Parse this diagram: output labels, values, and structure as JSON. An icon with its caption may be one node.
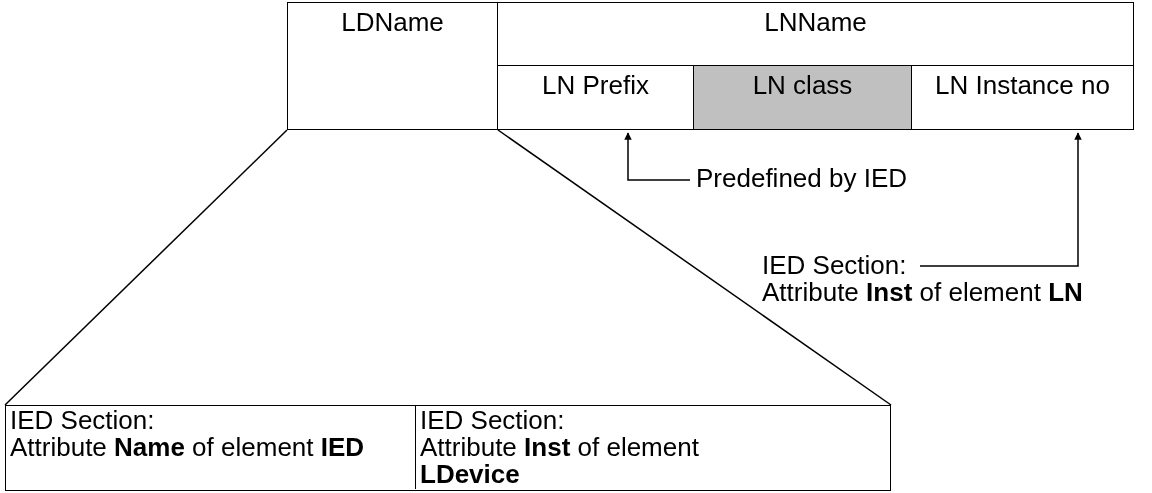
{
  "diagram": {
    "nodes": [
      {
        "text": [
          "LDName"
        ]
      },
      {
        "text": [
          "LNName"
        ]
      },
      {
        "text": [
          "LN Prefix"
        ]
      },
      {
        "text": [
          "LN class"
        ]
      },
      {
        "text": [
          "LN Instance no"
        ]
      },
      {
        "text": [
          "Predefined by IED"
        ]
      },
      {
        "text": [
          "IED Section:",
          "Attribute **Inst** of element **LN**"
        ]
      },
      {
        "text": [],
        "shape": "box"
      },
      {
        "text": [
          "IED Section:",
          "Attribute **Name** of element **IED**"
        ],
        "in": 7
      },
      {
        "text": [
          "IED Section:",
          "Attribute **Inst** of element **LDevice**"
        ],
        "in": 7
      }
    ],
    "edges": [
      {
        "from": 5,
        "to": 2,
        "arrow": "to"
      },
      {
        "from": 6,
        "to": 4,
        "arrow": "to"
      },
      {
        "from": 0,
        "to": 7,
        "arrow": "none"
      },
      {
        "from": 0,
        "to": 7,
        "arrow": "none"
      }
    ]
  }
}
